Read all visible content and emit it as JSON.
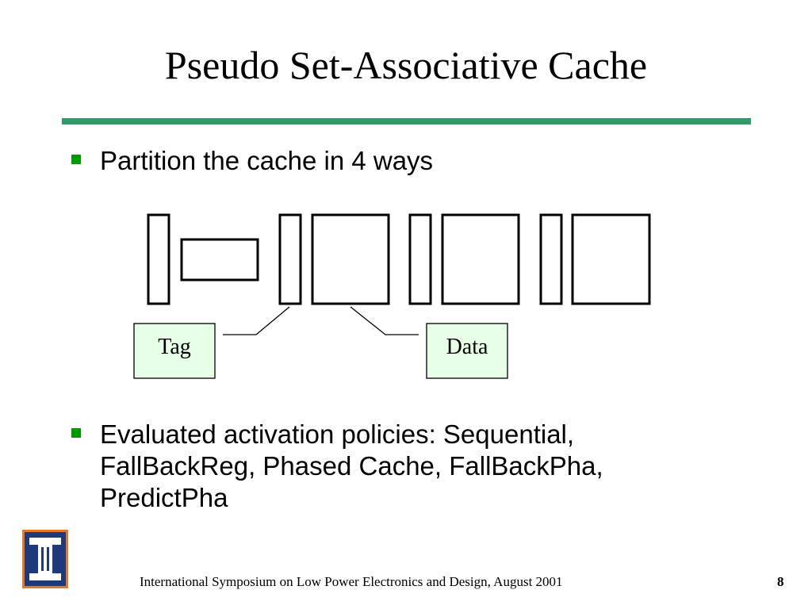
{
  "slide": {
    "title": "Pseudo Set-Associative Cache",
    "bullets": [
      "Partition the cache in 4 ways",
      "Evaluated activation policies: Sequential,",
      "FallBackReg, Phased Cache, FallBackPha,",
      "PredictPha"
    ],
    "footer": "International Symposium on Low Power Electronics and Design,  August 2001",
    "page_number": "8"
  },
  "diagram": {
    "labels": {
      "tag": "Tag",
      "data": "Data"
    }
  },
  "colors": {
    "rule": "#339966",
    "bullet": "#009900",
    "label_fill": "#e6ffe6",
    "logo_blue": "#1f3a7a",
    "logo_orange": "#e27a2b"
  },
  "icons": {
    "bullet": "square-bullet-icon",
    "logo": "university-logo-icon"
  }
}
